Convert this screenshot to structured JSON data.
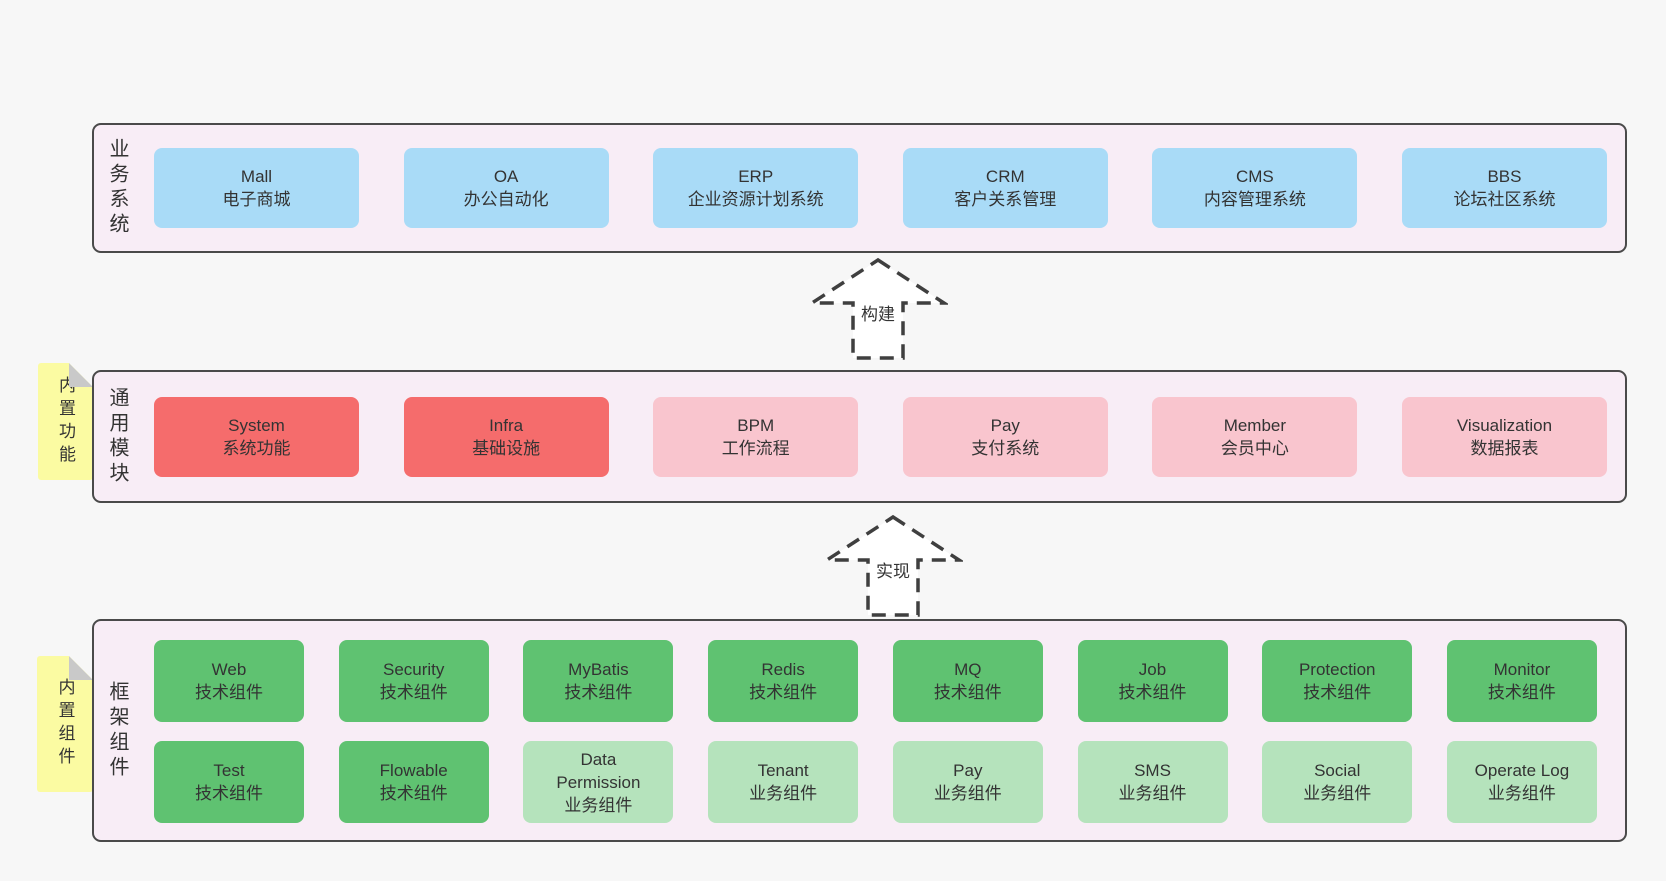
{
  "colors": {
    "page_bg": "#f7f7f7",
    "band_bg": "#f8edf6",
    "band_border": "#4a4a4a",
    "blue": "#a9dbf7",
    "red": "#f56c6c",
    "pink": "#f9c5ce",
    "green": "#5fc271",
    "green_light": "#b5e3bc",
    "note_yellow": "#fbfba2",
    "fold_gray": "#c9c9c9",
    "text": "#333333"
  },
  "arrows": [
    {
      "label": "构建"
    },
    {
      "label": "实现"
    }
  ],
  "notes": [
    {
      "label": "内置功能"
    },
    {
      "label": "内置组件"
    }
  ],
  "bands": [
    {
      "label": "业务系统",
      "boxes": [
        {
          "en": "Mall",
          "zh": "电子商城"
        },
        {
          "en": "OA",
          "zh": "办公自动化"
        },
        {
          "en": "ERP",
          "zh": "企业资源计划系统"
        },
        {
          "en": "CRM",
          "zh": "客户关系管理"
        },
        {
          "en": "CMS",
          "zh": "内容管理系统"
        },
        {
          "en": "BBS",
          "zh": "论坛社区系统"
        }
      ]
    },
    {
      "label": "通用模块",
      "boxes": [
        {
          "en": "System",
          "zh": "系统功能"
        },
        {
          "en": "Infra",
          "zh": "基础设施"
        },
        {
          "en": "BPM",
          "zh": "工作流程"
        },
        {
          "en": "Pay",
          "zh": "支付系统"
        },
        {
          "en": "Member",
          "zh": "会员中心"
        },
        {
          "en": "Visualization",
          "zh": "数据报表"
        }
      ]
    },
    {
      "label": "框架组件",
      "row1": [
        {
          "en": "Web",
          "zh": "技术组件"
        },
        {
          "en": "Security",
          "zh": "技术组件"
        },
        {
          "en": "MyBatis",
          "zh": "技术组件"
        },
        {
          "en": "Redis",
          "zh": "技术组件"
        },
        {
          "en": "MQ",
          "zh": "技术组件"
        },
        {
          "en": "Job",
          "zh": "技术组件"
        },
        {
          "en": "Protection",
          "zh": "技术组件"
        },
        {
          "en": "Monitor",
          "zh": "技术组件"
        }
      ],
      "row2": [
        {
          "en": "Test",
          "zh": "技术组件"
        },
        {
          "en": "Flowable",
          "zh": "技术组件"
        },
        {
          "en": "Data Permission",
          "zh": "业务组件"
        },
        {
          "en": "Tenant",
          "zh": "业务组件"
        },
        {
          "en": "Pay",
          "zh": "业务组件"
        },
        {
          "en": "SMS",
          "zh": "业务组件"
        },
        {
          "en": "Social",
          "zh": "业务组件"
        },
        {
          "en": "Operate Log",
          "zh": "业务组件"
        }
      ]
    }
  ]
}
